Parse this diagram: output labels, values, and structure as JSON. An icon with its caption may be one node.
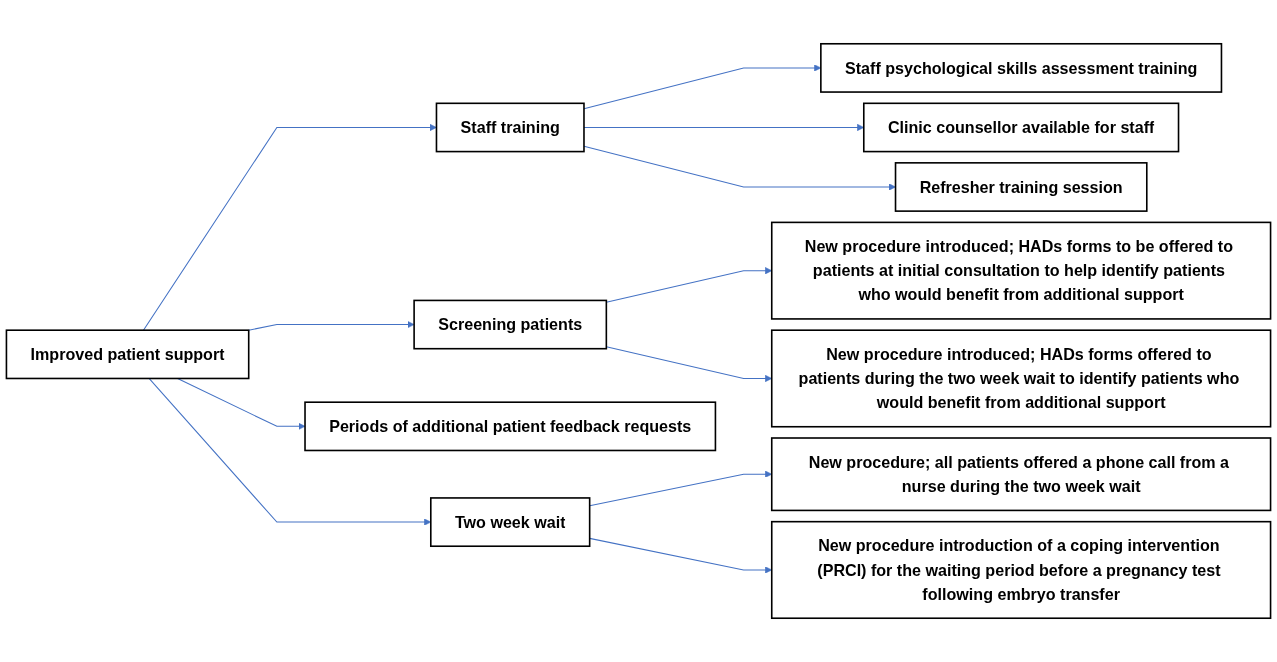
{
  "diagram": {
    "nodes": [
      {
        "text": [
          "Improved patient support"
        ]
      },
      {
        "text": [
          "Staff training"
        ]
      },
      {
        "text": [
          "Screening patients"
        ]
      },
      {
        "text": [
          "Periods of additional patient feedback requests"
        ]
      },
      {
        "text": [
          "Two week wait"
        ]
      },
      {
        "text": [
          "Staff psychological skills assessment training"
        ]
      },
      {
        "text": [
          "Clinic counsellor available for staff"
        ]
      },
      {
        "text": [
          "Refresher training session"
        ]
      },
      {
        "text": [
          "New procedure introduced; HADs forms to be offered to patients at initial consultation to help identify patients who would benefit from additional support"
        ]
      },
      {
        "text": [
          "New procedure introduced; HADs forms offered to patients during the two week wait to identify patients who would benefit from additional support"
        ]
      },
      {
        "text": [
          "New procedure; all patients offered a phone call from a nurse during the two week wait"
        ]
      },
      {
        "text": [
          "New procedure introduction of a coping intervention (PRCI) for the waiting period before a pregnancy test following embryo transfer"
        ]
      }
    ],
    "edges": [
      {
        "from": 0,
        "to": 1,
        "arrow": "to"
      },
      {
        "from": 0,
        "to": 2,
        "arrow": "to"
      },
      {
        "from": 0,
        "to": 3,
        "arrow": "to"
      },
      {
        "from": 0,
        "to": 4,
        "arrow": "to"
      },
      {
        "from": 1,
        "to": 5,
        "arrow": "to"
      },
      {
        "from": 1,
        "to": 6,
        "arrow": "to"
      },
      {
        "from": 1,
        "to": 7,
        "arrow": "to"
      },
      {
        "from": 2,
        "to": 8,
        "arrow": "to"
      },
      {
        "from": 2,
        "to": 9,
        "arrow": "to"
      },
      {
        "from": 4,
        "to": 10,
        "arrow": "to"
      },
      {
        "from": 4,
        "to": 11,
        "arrow": "to"
      }
    ]
  }
}
